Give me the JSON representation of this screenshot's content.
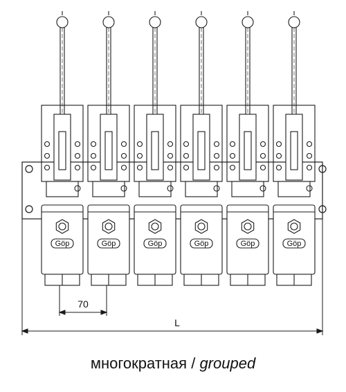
{
  "figure": {
    "unit_count": 6,
    "unit_badge": "Göp",
    "dimension_pitch": "70",
    "dimension_overall": "L",
    "line_color": "#1a1a1a",
    "background": "#ffffff"
  },
  "caption": {
    "russian": "многократная",
    "separator": " / ",
    "english": "grouped"
  }
}
